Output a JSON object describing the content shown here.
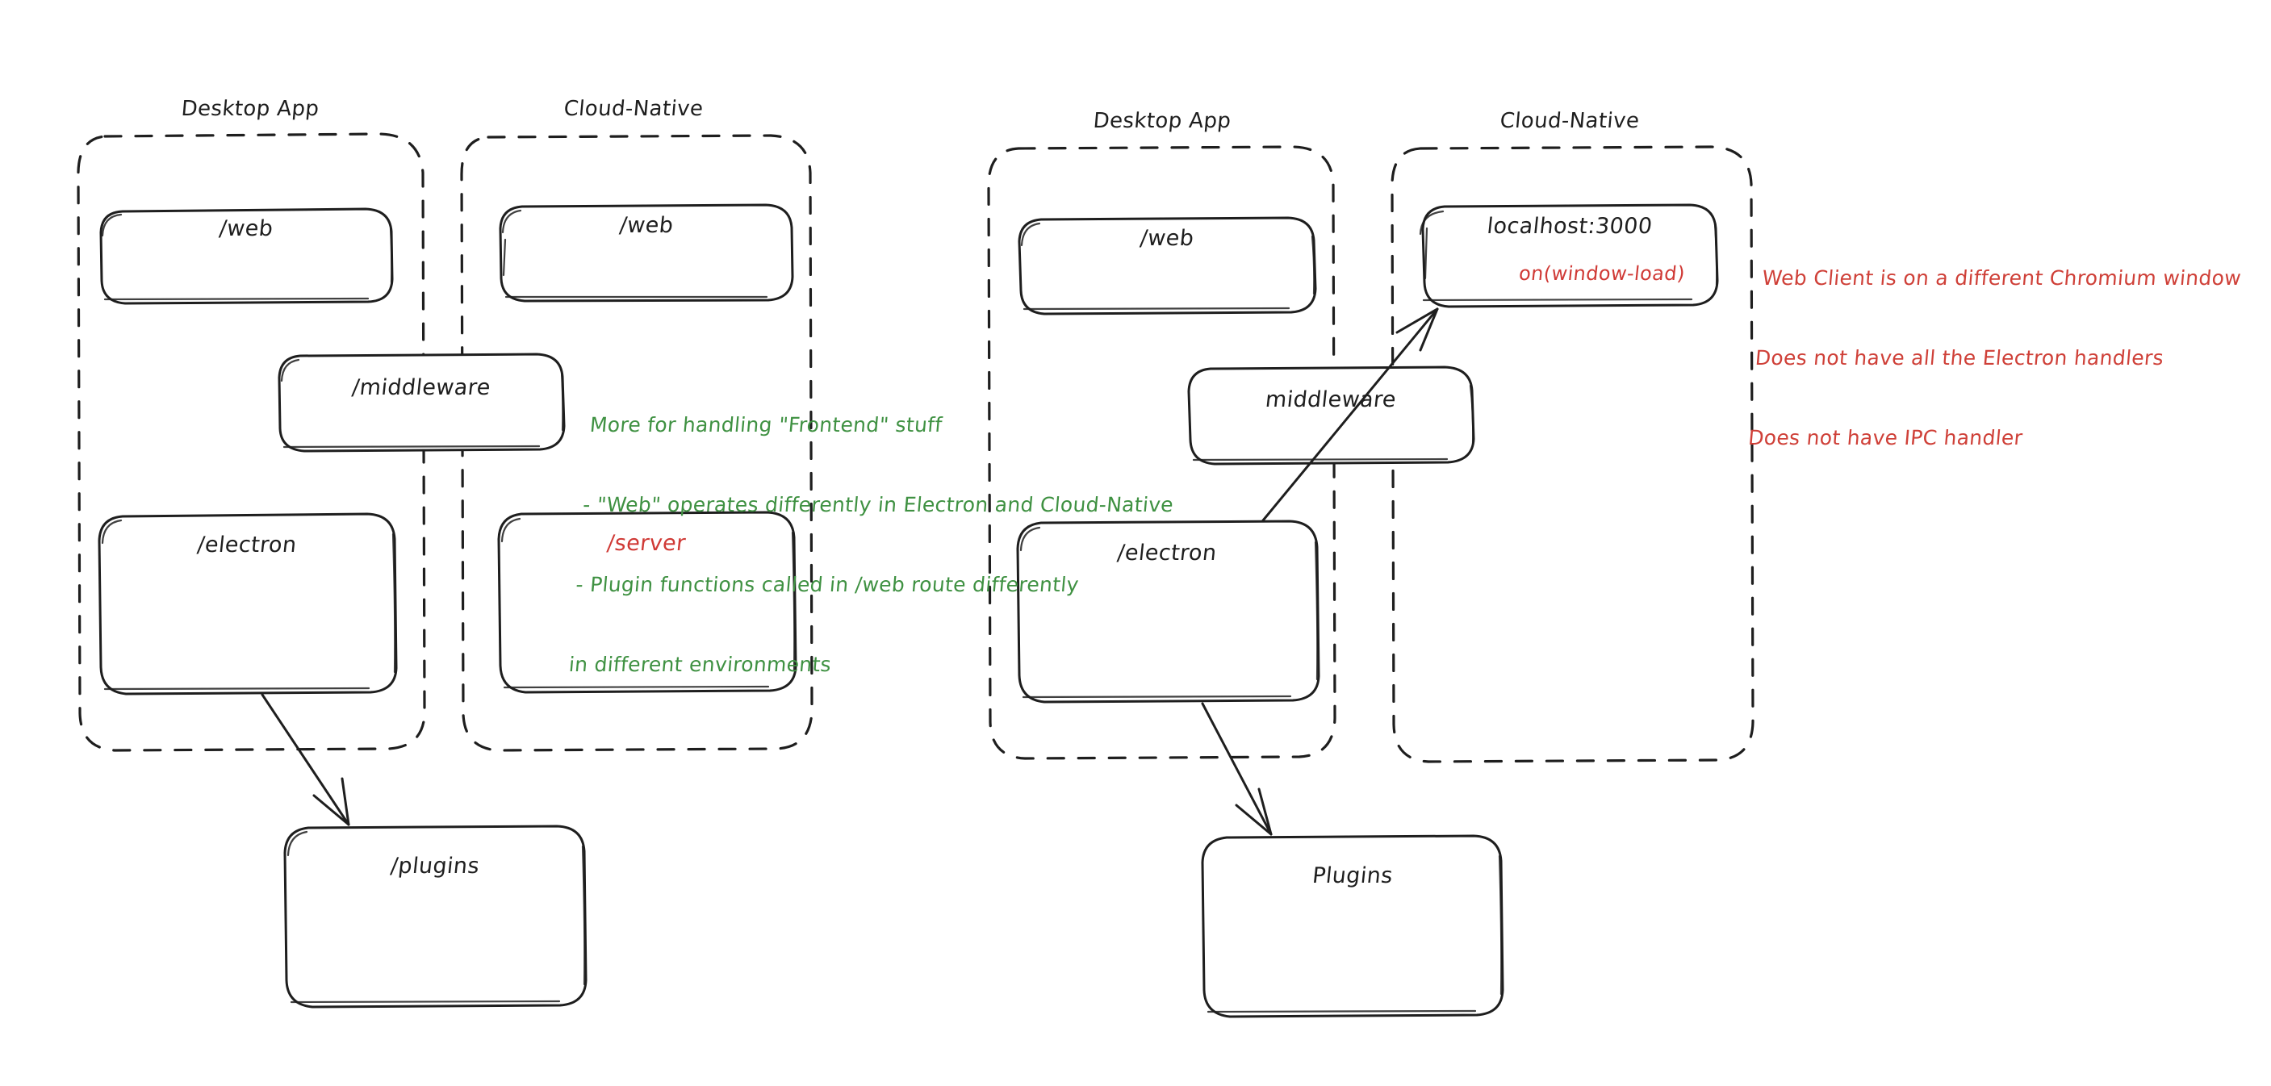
{
  "diagram": {
    "title": "Electron vs Cloud-Native architecture comparison",
    "colors": {
      "stroke": "#1e1e1e",
      "green_note": "#3f9142",
      "red_note": "#cf4038",
      "red_label": "#d03a36",
      "background": "#ffffff"
    },
    "panels": [
      {
        "id": "left",
        "groups": [
          {
            "id": "left-desktop-app",
            "label": "Desktop App",
            "boxes": [
              {
                "id": "left-web",
                "label": "/web",
                "color": "black"
              },
              {
                "id": "left-electron",
                "label": "/electron",
                "color": "black"
              }
            ]
          },
          {
            "id": "left-cloud-native",
            "label": "Cloud-Native",
            "boxes": [
              {
                "id": "left-web-cloud",
                "label": "/web",
                "color": "black"
              },
              {
                "id": "left-server",
                "label": "/server",
                "color": "red"
              }
            ]
          }
        ],
        "spanning_boxes": [
          {
            "id": "left-middleware",
            "label": "/middleware",
            "color": "black"
          }
        ],
        "bottom_boxes": [
          {
            "id": "left-plugins",
            "label": "/plugins",
            "color": "black"
          }
        ],
        "arrows": [
          {
            "id": "left-electron-to-plugins",
            "from": "left-electron",
            "to": "left-plugins"
          }
        ]
      },
      {
        "id": "right",
        "groups": [
          {
            "id": "right-desktop-app",
            "label": "Desktop App",
            "boxes": [
              {
                "id": "right-web",
                "label": "/web",
                "color": "black"
              },
              {
                "id": "right-electron",
                "label": "/electron",
                "color": "black"
              }
            ]
          },
          {
            "id": "right-cloud-native",
            "label": "Cloud-Native",
            "boxes": [
              {
                "id": "right-localhost",
                "label": "localhost:3000",
                "sublabel": "on(window-load)",
                "color": "black",
                "sublabel_color": "red"
              }
            ]
          }
        ],
        "spanning_boxes": [
          {
            "id": "right-middleware",
            "label": "middleware",
            "color": "black"
          }
        ],
        "bottom_boxes": [
          {
            "id": "right-plugins",
            "label": "Plugins",
            "color": "black"
          }
        ],
        "arrows": [
          {
            "id": "right-electron-to-plugins",
            "from": "right-electron",
            "to": "right-plugins"
          },
          {
            "id": "right-electron-to-localhost",
            "from": "right-electron",
            "to": "right-localhost"
          }
        ]
      }
    ],
    "notes": [
      {
        "id": "green-note",
        "color": "green",
        "lines": [
          "More for handling \"Frontend\" stuff",
          "- \"Web\" operates differently in Electron and Cloud-Native",
          "- Plugin functions called in /web route differently",
          "in different environments"
        ]
      },
      {
        "id": "red-note",
        "color": "red",
        "lines": [
          "Web Client is on a different Chromium window",
          "Does not have all the Electron handlers",
          "Does not have IPC handler"
        ]
      }
    ]
  }
}
